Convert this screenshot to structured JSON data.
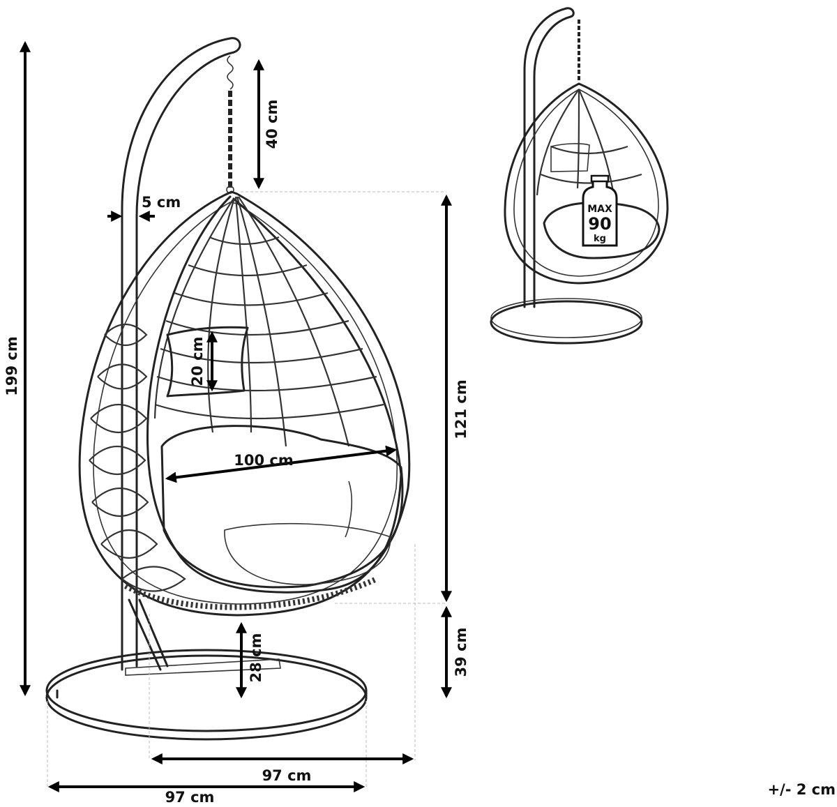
{
  "dimensions": {
    "total_height": "199 cm",
    "chain_length": "40 cm",
    "stand_thickness": "5 cm",
    "pillow_height": "20 cm",
    "seat_width": "100 cm",
    "basket_height": "121 cm",
    "ground_clearance": "39 cm",
    "seat_to_base": "28 cm",
    "basket_depth": "97 cm",
    "base_diameter": "97 cm"
  },
  "max_load": {
    "label": "MAX",
    "value": "90",
    "unit": "kg"
  },
  "tolerance": "+/- 2 cm"
}
